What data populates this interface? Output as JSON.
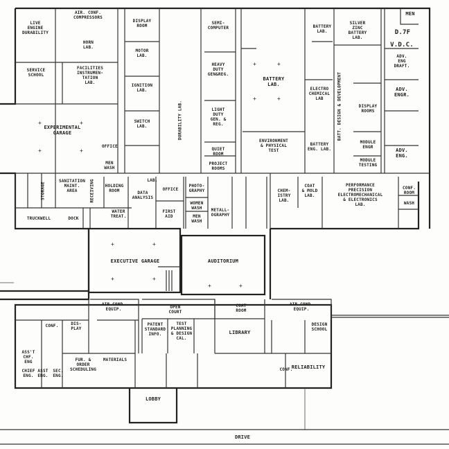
{
  "rooms": {
    "live_engine": "LIVE\nENGINE\nDURABILITY",
    "air_comp": "AIR. CONF.\nCOMPRESSORS",
    "horn_lab": "HORN\nLAB.",
    "display_room_top": "DISPLAY\nROOM",
    "motor_lab": "MOTOR\nLAB.",
    "ignition_lab": "IGNITION\nLAB.",
    "switch_lab": "SWITCH\nLAB.",
    "durability_lab": "DURABILITY LAB.",
    "semi_comp": "SEMI-\nCOMPUTER",
    "heavy_duty": "HEAVY\nDUTY\nGEN&REG.",
    "light_duty": "LIGHT\nDUTY\nGEN. &\nREG.",
    "quiet_room": "QUIET\nROOM",
    "project_rooms": "PROJECT\nROOMS",
    "battery_lab": "BATTERY\nLAB.",
    "battery_lab_small": "BATTERY\nLAB.",
    "environment": "ENVIRONMENT\n& PHYSICAL\nTEST",
    "silver_zinc": "SILVER\nZINC\nBATTERY\nLAB.",
    "vdc": "V.D.C.",
    "men_top": "MEN",
    "d7f": "D.7F",
    "adv_eng_draft": "ADV.\nENG\nDRAFT.",
    "adv_engr_1": "ADV.\nENGR.",
    "adv_eng_2": "ADV.\nENG.",
    "display_rooms": "DISPLAY\nROOMS",
    "module_engr": "MODULE\nENGR",
    "module_testing": "MODULE\nTESTING",
    "electrochem": "ELECTRO\nCHEMICAL\nLAB",
    "batt_design": "BATT. DESIGN & DEVELOPMENT",
    "battery_eng": "BATTERY\nENG. LAB.",
    "service_school": "SERVICE\nSCHOOL",
    "facilities": "FACILITIES\nINSTRUMEN-\nTATION\nLAB.",
    "experimental_garage": "EXPERIMENTAL\nGARAGE",
    "office_left": "OFFICE",
    "men_wash_left": "MEN\nWASH",
    "sanitation": "SANITATION\nMAINT.\nAREA",
    "storage": "STORAGE",
    "receiving": "RECEIVING",
    "holding_room": "HOLDING\nROOM",
    "data_analysis": "DATA\nANALYSIS",
    "lab": "LAB.",
    "office_mid": "OFFICE",
    "photography": "PHOTO-\nGRAPHY",
    "women_wash": "WOMEN\nWASH",
    "men_wash_mid": "MEN\nWASH",
    "metallography": "METALL-\nOGRAPHY",
    "first_aid": "FIRST\nAID",
    "water_treat": "WATER\nTREAT.",
    "truckwell": "TRUCKWELL",
    "dock": "DOCK",
    "chemistry_lab": "CHEM-\nISTRY\nLAB.",
    "coat_mold": "COAT\n& MOLD\nLAB.",
    "performance": "PERFORMANCE\nPRECISION\nELECTROMECHANICAL\n& ELECTRONICS\nLAB.",
    "conf_room_right": "CONF.\nROOM",
    "wash_right": "WASH",
    "executive_garage": "EXECUTIVE GARAGE",
    "auditorium": "AUDITORIUM",
    "air_cond_equip_left": "AIR COND.\nEQUIP.",
    "open_court": "OPEN\nCOURT",
    "coat_room": "COAT\nROOM",
    "air_cond_equip_right": "AIR COND.\nEQUIP.",
    "patent": "PATENT\nSTANDARD\nINFO.",
    "test_planning": "TEST\nPLANNING\n& DESIGN\nCAL.",
    "library": "LIBRARY",
    "design_school": "DESIGN\nSCHOOL",
    "conf_left": "CONF.",
    "display_small": "DIS-\nPLAY",
    "asst_chf": "ASS'T\nCHF.\nENG",
    "chief_eng": "CHIEF\nENG.",
    "asst_eng": "ASST\nENG.",
    "sec_eng": "SEC.\nENG.",
    "fur_order": "FUR. &\nORDER\nSCHEDULING",
    "materials": "MATERIALS",
    "reliability": "RELIABILITY",
    "lobby": "LOBBY",
    "drive": "DRIVE",
    "conf_bottom": "CONF."
  }
}
